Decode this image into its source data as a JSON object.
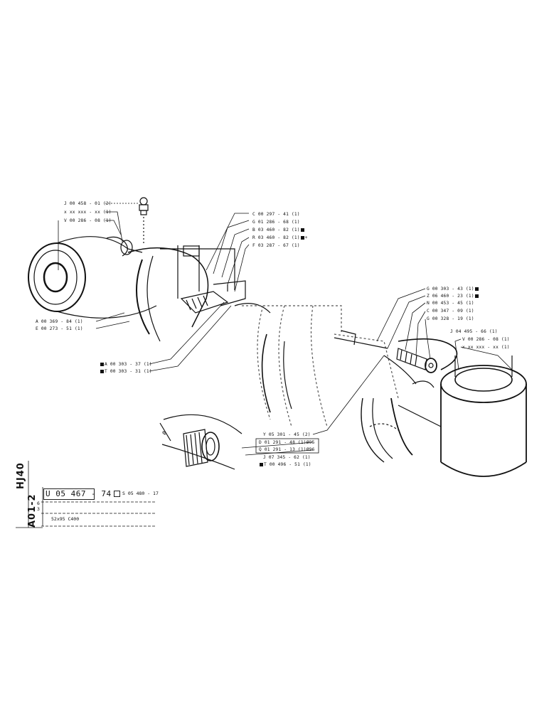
{
  "sidebar": {
    "model_code": "HJ40",
    "page_code": "A01-2"
  },
  "assembly": {
    "part_number": "U 05 467 - 74",
    "alt_part_number": "S 05 480 - 17",
    "description": "52x95  C400",
    "side_marks": [
      "6",
      "3"
    ]
  },
  "callouts": {
    "left_upper": [
      "J  00 458 - 01  (2)",
      "x  xx xxx - xx (1)",
      "V  00 286 - 08 (1)"
    ],
    "left_lower": [
      "A  00 369 - 84 (1)",
      "E  00 273 - 51  (1)"
    ],
    "center_upper": [
      "C  00 297 - 41  (1)",
      "G  01 286 - 68 (1)",
      "B  03 460 - 82 (1)",
      "R  03 460 - 82 (1)",
      "F  03 287 - 67 (1)"
    ],
    "center_lower": [
      "A  00 303 - 37 (1)",
      "T  00 303 - 31  (1)"
    ],
    "right_upper": [
      "G  00 303 - 43  (1)",
      "Z  06 460 - 23  (1)",
      "N  00 453 - 45  (1)",
      "C  00 347 - 09  (1)",
      "G  00 328 - 19  (1)"
    ],
    "right_mid": [
      "J  04 495 - 66  (1)",
      "V  00 286 - 08  (1)",
      "x  xx xxx - xx  (1)"
    ],
    "bottom": [
      "Y  05 301 - 45  (2)",
      "D  01 291 - 48  (1)Ø95",
      "Q  01 291 - 13  (1)Ø96",
      "J  07 345 - 62  (1)",
      "T  00 496 - 51  (1)"
    ]
  }
}
